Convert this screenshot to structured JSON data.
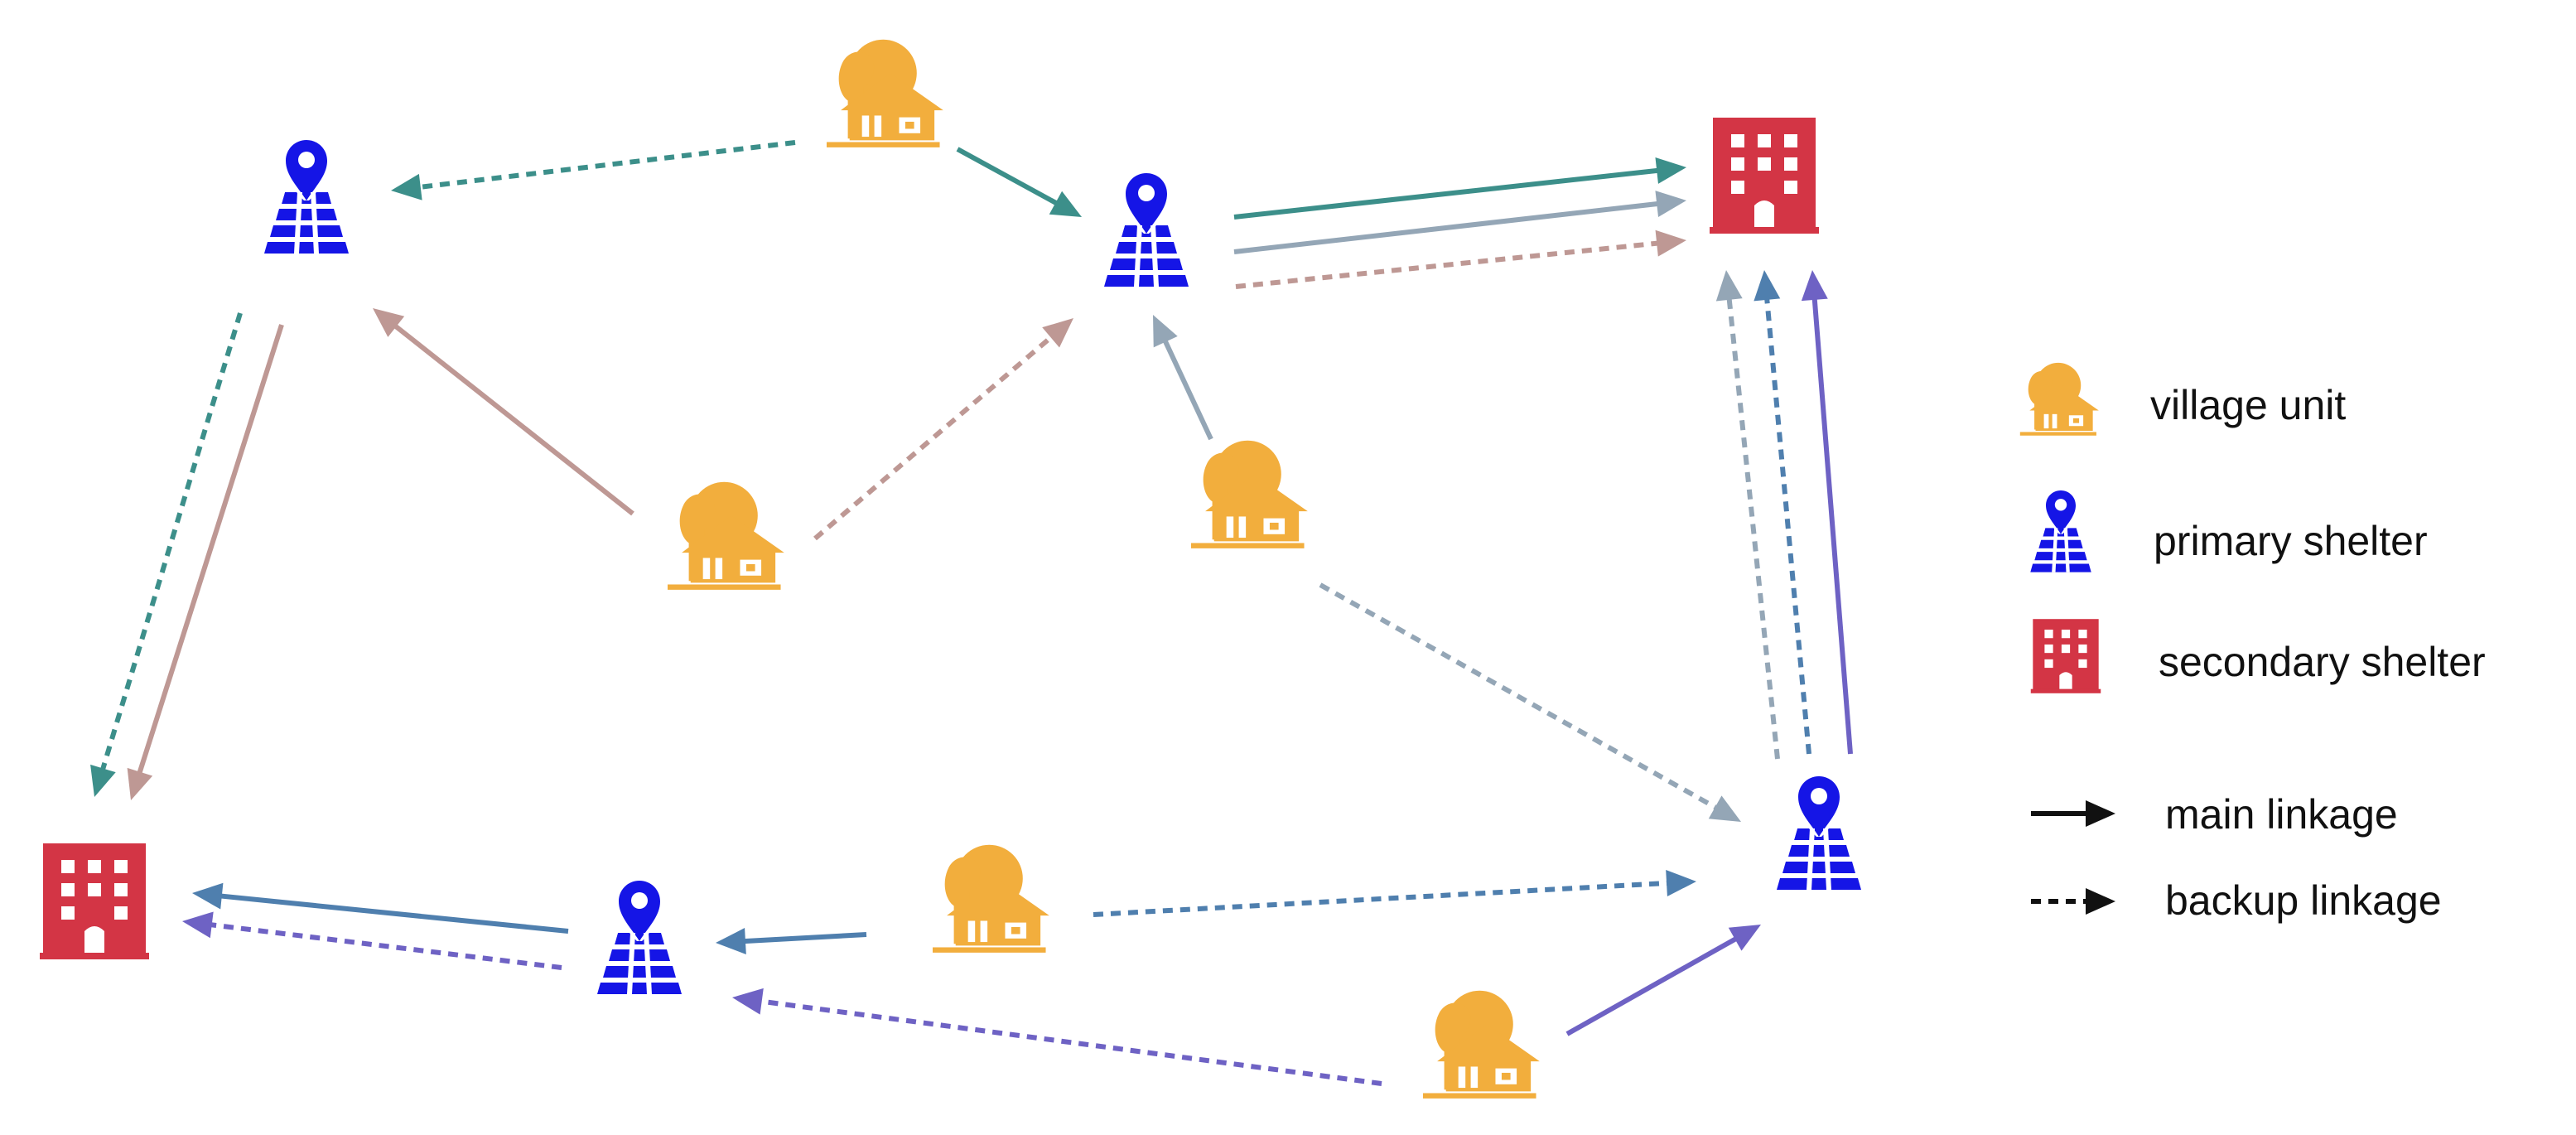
{
  "colors": {
    "village": "#F2AE3D",
    "primary_shelter": "#1515E6",
    "secondary_shelter": "#D33545",
    "teal": "#3C8F8A",
    "slate": "#94A6B6",
    "rose": "#BE9894",
    "steel_blue": "#4F7FAE",
    "purple": "#6E62C4",
    "legend_black": "#111111"
  },
  "nodes": [
    {
      "id": "village-1",
      "kind": "village"
    },
    {
      "id": "village-2",
      "kind": "village"
    },
    {
      "id": "village-3",
      "kind": "village"
    },
    {
      "id": "village-4",
      "kind": "village"
    },
    {
      "id": "village-5",
      "kind": "village"
    },
    {
      "id": "primary-1",
      "kind": "primary_shelter"
    },
    {
      "id": "primary-2",
      "kind": "primary_shelter"
    },
    {
      "id": "primary-3",
      "kind": "primary_shelter"
    },
    {
      "id": "primary-4",
      "kind": "primary_shelter"
    },
    {
      "id": "secondary-1",
      "kind": "secondary_shelter"
    },
    {
      "id": "secondary-2",
      "kind": "secondary_shelter"
    }
  ],
  "links": [
    {
      "from": "village-1",
      "to": "primary-1",
      "style": "backup",
      "color": "teal"
    },
    {
      "from": "village-1",
      "to": "primary-2",
      "style": "main",
      "color": "teal"
    },
    {
      "from": "primary-2",
      "to": "secondary-1",
      "style": "main",
      "color": "teal"
    },
    {
      "from": "primary-2",
      "to": "secondary-1",
      "style": "main",
      "color": "slate"
    },
    {
      "from": "primary-2",
      "to": "secondary-1",
      "style": "backup",
      "color": "rose"
    },
    {
      "from": "primary-1",
      "to": "secondary-2",
      "style": "backup",
      "color": "teal"
    },
    {
      "from": "primary-1",
      "to": "secondary-2",
      "style": "main",
      "color": "rose"
    },
    {
      "from": "village-2",
      "to": "primary-1",
      "style": "main",
      "color": "rose"
    },
    {
      "from": "village-2",
      "to": "primary-2",
      "style": "backup",
      "color": "rose"
    },
    {
      "from": "village-3",
      "to": "primary-2",
      "style": "main",
      "color": "slate"
    },
    {
      "from": "village-3",
      "to": "primary-4",
      "style": "backup",
      "color": "slate"
    },
    {
      "from": "primary-4",
      "to": "secondary-1",
      "style": "backup",
      "color": "slate"
    },
    {
      "from": "primary-4",
      "to": "secondary-1",
      "style": "backup",
      "color": "steel_blue"
    },
    {
      "from": "primary-4",
      "to": "secondary-1",
      "style": "main",
      "color": "purple"
    },
    {
      "from": "village-4",
      "to": "primary-3",
      "style": "main",
      "color": "steel_blue"
    },
    {
      "from": "village-4",
      "to": "primary-4",
      "style": "backup",
      "color": "steel_blue"
    },
    {
      "from": "primary-3",
      "to": "secondary-2",
      "style": "main",
      "color": "steel_blue"
    },
    {
      "from": "primary-3",
      "to": "secondary-2",
      "style": "backup",
      "color": "purple"
    },
    {
      "from": "village-5",
      "to": "primary-4",
      "style": "main",
      "color": "purple"
    },
    {
      "from": "village-5",
      "to": "primary-3",
      "style": "backup",
      "color": "purple"
    }
  ],
  "legend": {
    "village_unit": "village unit",
    "primary_shelter": "primary shelter",
    "secondary_shelter": "secondary shelter",
    "main_linkage": "main linkage",
    "backup_linkage": "backup linkage"
  }
}
